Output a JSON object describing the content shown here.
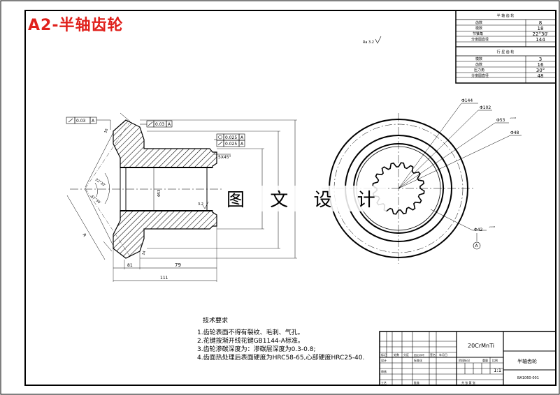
{
  "title": "A2-半轴齿轮",
  "watermark": "图 文 设 计",
  "parameter_table": {
    "group1": {
      "header": "半 轴 齿 轮",
      "rows": [
        {
          "label": "齿数",
          "value": "8"
        },
        {
          "label": "模数",
          "value": "18"
        },
        {
          "label": "节锥角",
          "value": "22°30′"
        },
        {
          "label": "分度圆直径",
          "value": "144"
        }
      ]
    },
    "group2": {
      "header": "行 星 齿 轮",
      "rows": [
        {
          "label": "模数",
          "value": "3"
        },
        {
          "label": "齿数",
          "value": "16"
        },
        {
          "label": "压力角",
          "value": "30°"
        },
        {
          "label": "分度圆直径",
          "value": "48"
        }
      ]
    }
  },
  "roughness_note": "Ra 3.2",
  "section_view": {
    "tolerances": {
      "runout_left": "0.03",
      "runout_left_datum": "A",
      "runout_mid": "0.03",
      "runout_mid_datum": "A",
      "coaxiality_1": "0.025",
      "coaxiality_1_datum": "A",
      "coaxiality_2": "0.025",
      "coaxiality_2_datum": "A"
    },
    "dims": {
      "chamfer": "5X45°",
      "roughness": "3.2",
      "d_bore": "Φ53",
      "d_bottom": "81",
      "d_79": "79",
      "d_111": "111",
      "d_14": "14",
      "d_16": "16",
      "angle_1": "22°30′",
      "angle_2": "67°30′",
      "d_r": "R"
    }
  },
  "end_view": {
    "dims": {
      "d_144": "Φ144",
      "d_102": "Φ102",
      "d_53": "Φ53",
      "d_53_tol": "+0.03",
      "d_48": "Φ48",
      "d_42": "Φ42",
      "d_42_tol": "+0.03"
    },
    "datum": "A"
  },
  "technical_requirements": {
    "heading": "技术要求",
    "items": [
      "1.齿轮表面不得有裂纹、毛刺、气孔。",
      "2.花键按渐开线花键GB1144-A标准。",
      "3.齿轮渗碳深度为：渗碳层深度为0.3-0.8;",
      "4.齿面热处理后表面硬度为HRC58-65,心部硬度HRC25-40."
    ]
  },
  "title_block": {
    "material": "20CrMnTi",
    "part_name": "半轴齿轮",
    "scale": "1:1",
    "drawing_no": "BA1060-001",
    "labels": {
      "mark": "标记",
      "count": "处数",
      "zone": "分区",
      "change_no": "更改文件号",
      "sign": "签名",
      "date": "年月日",
      "design": "设计",
      "standard": "标准化",
      "stage": "阶段标记",
      "weight": "重量",
      "ratio": "比例",
      "review": "审核",
      "process": "工艺",
      "approve": "批准",
      "sheet": "共 张 第 张"
    }
  }
}
